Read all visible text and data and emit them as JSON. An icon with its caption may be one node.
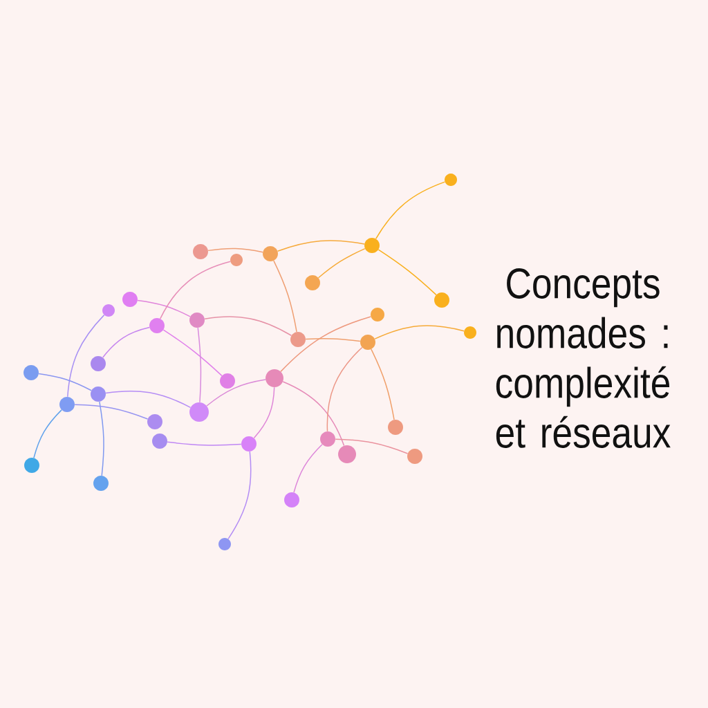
{
  "diagram": {
    "title": "Concepts nomades : complexité et réseaux",
    "nodes": [
      {
        "text": [],
        "shape": "circle"
      },
      {
        "text": [],
        "shape": "circle"
      },
      {
        "text": [],
        "shape": "circle"
      },
      {
        "text": [],
        "shape": "circle"
      },
      {
        "text": [],
        "shape": "circle"
      },
      {
        "text": [],
        "shape": "circle"
      },
      {
        "text": [],
        "shape": "circle"
      },
      {
        "text": [],
        "shape": "circle"
      },
      {
        "text": [],
        "shape": "circle"
      },
      {
        "text": [],
        "shape": "circle"
      },
      {
        "text": [],
        "shape": "circle"
      },
      {
        "text": [],
        "shape": "circle"
      },
      {
        "text": [],
        "shape": "circle"
      },
      {
        "text": [],
        "shape": "circle"
      },
      {
        "text": [],
        "shape": "circle"
      },
      {
        "text": [],
        "shape": "circle"
      },
      {
        "text": [],
        "shape": "circle"
      },
      {
        "text": [],
        "shape": "circle"
      },
      {
        "text": [],
        "shape": "circle"
      },
      {
        "text": [],
        "shape": "circle"
      },
      {
        "text": [],
        "shape": "circle"
      },
      {
        "text": [],
        "shape": "circle"
      },
      {
        "text": [],
        "shape": "circle"
      },
      {
        "text": [],
        "shape": "circle"
      },
      {
        "text": [],
        "shape": "circle"
      },
      {
        "text": [],
        "shape": "circle"
      },
      {
        "text": [],
        "shape": "circle"
      },
      {
        "text": [],
        "shape": "circle"
      },
      {
        "text": [],
        "shape": "circle"
      },
      {
        "text": [],
        "shape": "circle"
      },
      {
        "text": [],
        "shape": "circle"
      },
      {
        "text": [],
        "shape": "circle"
      },
      {
        "text": [],
        "shape": "circle"
      }
    ],
    "edges": [
      {
        "from": 6,
        "to": 10,
        "arrow": "none",
        "color": "#e084db"
      },
      {
        "from": 8,
        "to": 20,
        "arrow": "none",
        "color": "#a891f4"
      },
      {
        "from": 11,
        "to": 4,
        "arrow": "none",
        "color": "#e78eb8"
      },
      {
        "from": 11,
        "to": 15,
        "arrow": "none",
        "color": "#c584ef"
      },
      {
        "from": 11,
        "to": 18,
        "arrow": "none",
        "color": "#e080eb"
      },
      {
        "from": 10,
        "to": 21,
        "arrow": "none",
        "color": "#d88ade"
      },
      {
        "from": 10,
        "to": 13,
        "arrow": "none",
        "color": "#e692a7"
      },
      {
        "from": 16,
        "to": 19,
        "arrow": "none",
        "color": "#8a96f1"
      },
      {
        "from": 19,
        "to": 21,
        "arrow": "none",
        "color": "#b58df5"
      },
      {
        "from": 19,
        "to": 30,
        "arrow": "none",
        "color": "#7f99f0"
      },
      {
        "from": 20,
        "to": 22,
        "arrow": "none",
        "color": "#9694f1"
      },
      {
        "from": 20,
        "to": 29,
        "arrow": "none",
        "color": "#60a2ec"
      },
      {
        "from": 21,
        "to": 17,
        "arrow": "none",
        "color": "#db8ad8"
      },
      {
        "from": 25,
        "to": 26,
        "arrow": "none",
        "color": "#bf87f4"
      },
      {
        "from": 17,
        "to": 26,
        "arrow": "none",
        "color": "#df86d8"
      },
      {
        "from": 26,
        "to": 32,
        "arrow": "none",
        "color": "#b38cf5"
      },
      {
        "from": 17,
        "to": 9,
        "arrow": "none",
        "color": "#ee997e"
      },
      {
        "from": 17,
        "to": 27,
        "arrow": "none",
        "color": "#e68ab8"
      },
      {
        "from": 24,
        "to": 28,
        "arrow": "none",
        "color": "#ea929e"
      },
      {
        "from": 24,
        "to": 31,
        "arrow": "none",
        "color": "#dd86da"
      },
      {
        "from": 24,
        "to": 14,
        "arrow": "none",
        "color": "#ec9787"
      },
      {
        "from": 14,
        "to": 23,
        "arrow": "none",
        "color": "#f09f69"
      },
      {
        "from": 14,
        "to": 12,
        "arrow": "none",
        "color": "#f6aa38"
      },
      {
        "from": 13,
        "to": 14,
        "arrow": "none",
        "color": "#ef9f6e"
      },
      {
        "from": 13,
        "to": 3,
        "arrow": "none",
        "color": "#ef9f72"
      },
      {
        "from": 3,
        "to": 2,
        "arrow": "none",
        "color": "#ef9e75"
      },
      {
        "from": 3,
        "to": 1,
        "arrow": "none",
        "color": "#f6aa3c"
      },
      {
        "from": 1,
        "to": 0,
        "arrow": "none",
        "color": "#f9b01e"
      },
      {
        "from": 1,
        "to": 5,
        "arrow": "none",
        "color": "#f6ab38"
      },
      {
        "from": 1,
        "to": 7,
        "arrow": "none",
        "color": "#f9b01e"
      }
    ]
  }
}
